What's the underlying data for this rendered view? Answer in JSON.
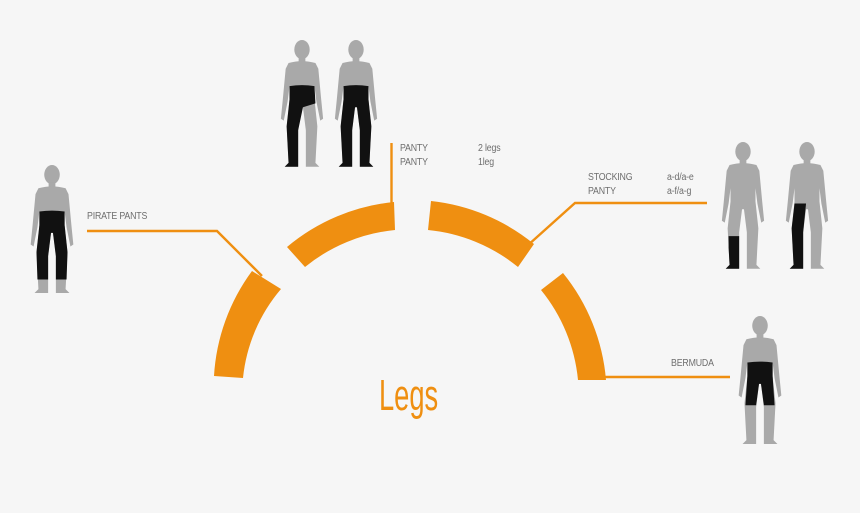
{
  "title": "Legs",
  "colors": {
    "accent": "#ef8f11",
    "figure_body": "#a9a9a9",
    "garment": "#111111",
    "background": "#f6f6f6",
    "label": "#6e6e6e"
  },
  "labels": {
    "pirate_pants": "PIRATE PANTS",
    "panty_2legs": {
      "name": "PANTY",
      "value": "2 legs"
    },
    "panty_1leg": {
      "name": "PANTY",
      "value": "1leg"
    },
    "stocking": {
      "name": "STOCKING",
      "value": "a-d/a-e"
    },
    "panty_af": {
      "name": "PANTY",
      "value": "a-f/a-g"
    },
    "bermuda": "BERMUDA"
  },
  "figures": [
    {
      "id": "pirate-pants",
      "garment": "pirate pants (to calf)"
    },
    {
      "id": "panty-1leg",
      "garment": "panty one leg"
    },
    {
      "id": "panty-2legs",
      "garment": "panty two legs"
    },
    {
      "id": "stocking-ad",
      "garment": "stocking a-d"
    },
    {
      "id": "stocking-af",
      "garment": "stocking a-f/a-g"
    },
    {
      "id": "bermuda",
      "garment": "bermuda shorts"
    }
  ]
}
